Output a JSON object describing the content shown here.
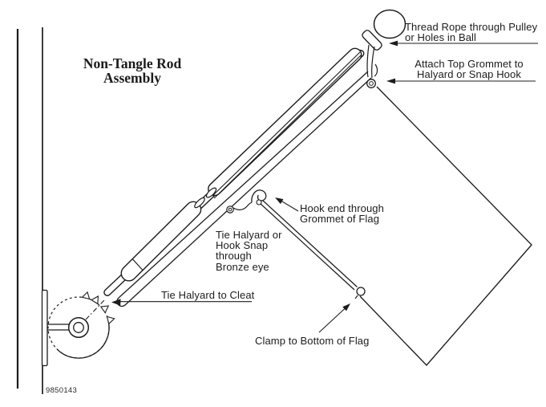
{
  "title": "Non-Tangle Rod\nAssembly",
  "labels": {
    "thread_rope": "Thread Rope through Pulley\nor Holes in Ball",
    "attach_grommet": "Attach Top Grommet to\nHalyard or Snap Hook",
    "hook_end": "Hook end through\nGrommet of Flag",
    "bronze_eye": "Tie Halyard or\nHook Snap\nthrough\nBronze eye",
    "tie_cleat": "Tie Halyard to Cleat",
    "clamp": "Clamp to Bottom of Flag",
    "part_number": "9850143"
  },
  "colors": {
    "ink": "#1c1c1c",
    "background": "#ffffff"
  }
}
